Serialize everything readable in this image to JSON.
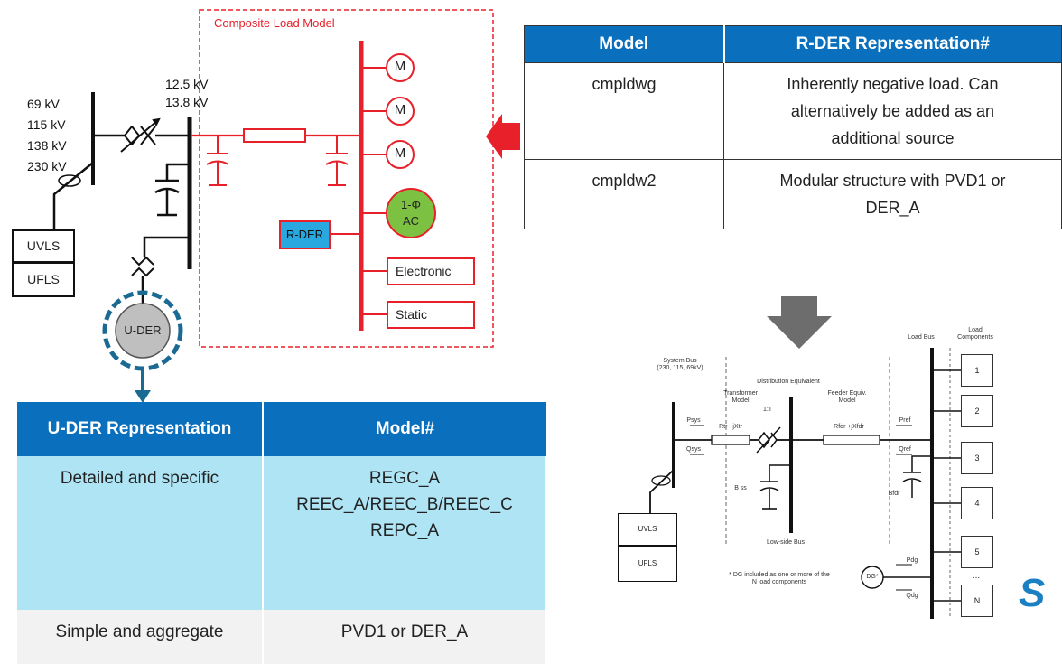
{
  "left_diagram": {
    "composite_title": "Composite Load Model",
    "voltages_high": [
      "69 kV",
      "115 kV",
      "138 kV",
      "230 kV"
    ],
    "voltages_low": [
      "12.5 kV",
      "13.8 kV"
    ],
    "relay_uvls": "UVLS",
    "relay_ufls": "UFLS",
    "motor_label": "M",
    "ac_label_1": "1-Φ",
    "ac_label_2": "AC",
    "rder_label": "R-DER",
    "electronic_label": "Electronic",
    "static_label": "Static",
    "uder_label": "U-DER"
  },
  "top_table": {
    "headers": [
      "Model",
      "R-DER Representation#"
    ],
    "rows": [
      {
        "model": "cmpldwg",
        "rep_lines": [
          "Inherently negative load. Can",
          "alternatively be added as an",
          "additional source"
        ]
      },
      {
        "model": "cmpldw2",
        "rep_lines": [
          "Modular structure with PVD1 or",
          "DER_A"
        ]
      }
    ]
  },
  "bottom_table": {
    "headers": [
      "U-DER Representation",
      "Model#"
    ],
    "rows": [
      {
        "rep": "Detailed and specific",
        "model_lines": [
          "REGC_A",
          "REEC_A/REEC_B/REEC_C",
          "REPC_A"
        ]
      },
      {
        "rep": "Simple and aggregate",
        "model_lines": [
          "PVD1 or DER_A"
        ]
      }
    ]
  },
  "right_diagram": {
    "load_bus": "Load Bus",
    "load_components": [
      "Load",
      "Components"
    ],
    "system_bus": [
      "System Bus",
      "(230, 115, 69kV)"
    ],
    "distribution_equivalent": "Distribution Equivalent",
    "transformer_model": [
      "Transformer",
      "Model"
    ],
    "feeder_model": [
      "Feeder Equiv.",
      "Model"
    ],
    "tap_label": "1:T",
    "low_side_bus": "Low-side Bus",
    "dg_note": [
      "* DG included as one or more of the",
      "N load components"
    ],
    "dg_label": "DG*",
    "uvls": "UVLS",
    "ufls": "UFLS",
    "sys_p": "Psys",
    "sys_q": "Qsys",
    "xf_imp": "Rtr +jXtr",
    "fdr_imp": "Rfdr +jXfdr",
    "load_p": "Pref",
    "load_q": "Qref",
    "bshunt": "B ss",
    "bfdr": "Bfdr",
    "dg_p": "Pdg",
    "dg_q": "Qdg",
    "components": [
      "1",
      "2",
      "3",
      "4",
      "5",
      "N"
    ],
    "ellipsis": "...",
    "logo_text": "S"
  },
  "colors": {
    "header_blue": "#0a6fbd",
    "light_blue_row": "#aee4f4",
    "red": "#e8202a",
    "ac_green": "#7dc142",
    "rder_blue": "#29a7df",
    "arrow_gray": "#6d6d6d",
    "dashed_blue": "#1b6a93"
  },
  "icons": [
    "right-pointing-red-arrow-icon",
    "down-gray-arrow-icon",
    "down-blue-arrow-icon"
  ]
}
